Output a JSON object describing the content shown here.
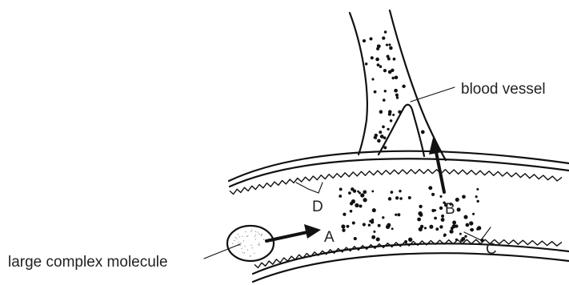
{
  "labels": {
    "blood_vessel": "blood vessel",
    "large_complex_molecule": "large complex molecule",
    "A": "A",
    "B": "B",
    "C": "C",
    "D": "D"
  },
  "colors": {
    "ink": "#111111",
    "background": "#ffffff"
  }
}
